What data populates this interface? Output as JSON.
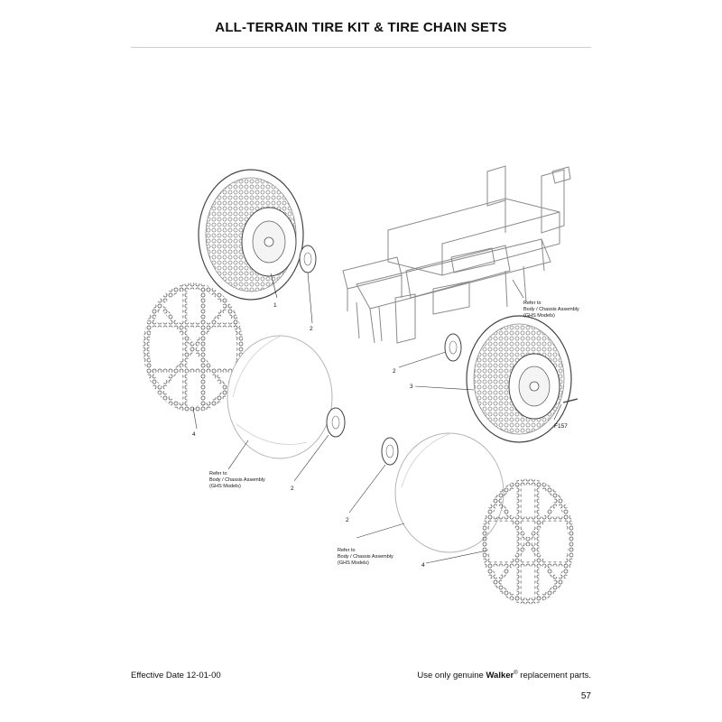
{
  "page": {
    "title": "ALL-TERRAIN TIRE KIT & TIRE CHAIN SETS",
    "footer_left": "Effective Date 12-01-00",
    "footer_right_prefix": "Use only genuine ",
    "footer_brand": "Walker",
    "footer_brand_mark": "®",
    "footer_right_suffix": " replacement parts.",
    "page_number": "57"
  },
  "diagram": {
    "figure_id": "F157",
    "callouts": {
      "c1": "1",
      "c2a": "2",
      "c2b": "2",
      "c2c": "2",
      "c2d": "2",
      "c3": "3",
      "c4a": "4",
      "c4b": "4"
    },
    "reference_notes": {
      "r1": {
        "line1": "Refer to",
        "line2": "Body / Chassis Assembly",
        "line3": "(GHS Models)"
      },
      "r2": {
        "line1": "Refer to",
        "line2": "Body / Chassis Assembly",
        "line3": "(GHS Models)"
      },
      "r3": {
        "line1": "Refer to",
        "line2": "Body / Chassis Assembly",
        "line3": "(GHS Models)"
      }
    }
  }
}
